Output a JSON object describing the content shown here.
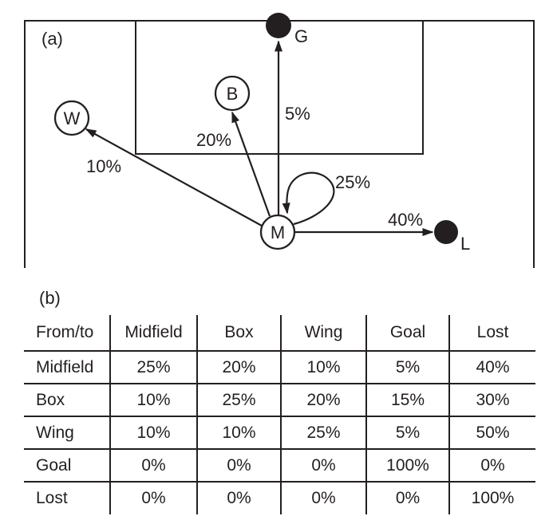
{
  "figure": {
    "panel_a_label": "(a)",
    "panel_b_label": "(b)"
  },
  "diagram": {
    "nodes": {
      "wing": "W",
      "box": "B",
      "midfield": "M",
      "goal": "G",
      "lost": "L"
    },
    "edges": {
      "midfield_to_goal": "5%",
      "midfield_to_box": "20%",
      "midfield_to_wing": "10%",
      "midfield_self": "25%",
      "midfield_to_lost": "40%"
    }
  },
  "table": {
    "headers": [
      "From/to",
      "Midfield",
      "Box",
      "Wing",
      "Goal",
      "Lost"
    ],
    "rows": [
      {
        "label": "Midfield",
        "cells": [
          "25%",
          "20%",
          "10%",
          "5%",
          "40%"
        ]
      },
      {
        "label": "Box",
        "cells": [
          "10%",
          "25%",
          "20%",
          "15%",
          "30%"
        ]
      },
      {
        "label": "Wing",
        "cells": [
          "10%",
          "10%",
          "25%",
          "5%",
          "50%"
        ]
      },
      {
        "label": "Goal",
        "cells": [
          "0%",
          "0%",
          "0%",
          "100%",
          "0%"
        ]
      },
      {
        "label": "Lost",
        "cells": [
          "0%",
          "0%",
          "0%",
          "0%",
          "100%"
        ]
      }
    ]
  },
  "colors": {
    "ink": "#231f20",
    "background": "#ffffff"
  }
}
